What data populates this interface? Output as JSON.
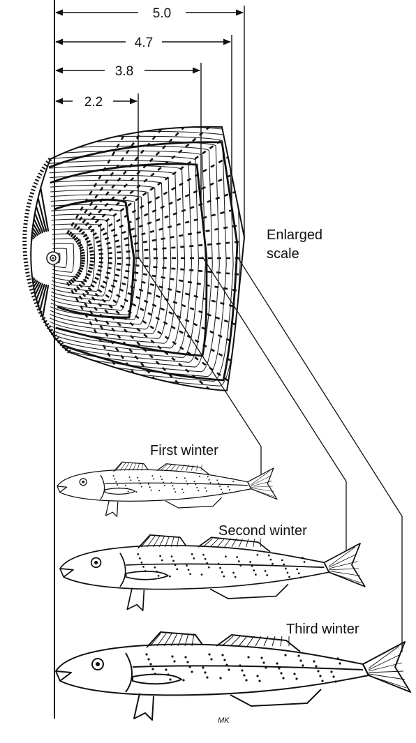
{
  "measurements": [
    {
      "label": "5.0"
    },
    {
      "label": "4.7"
    },
    {
      "label": "3.8"
    },
    {
      "label": "2.2"
    }
  ],
  "labels": {
    "scale": [
      "Enlarged",
      "scale"
    ],
    "first": "First winter",
    "second": "Second winter",
    "third": "Third winter"
  },
  "signature": "MK",
  "colors": {
    "ink": "#111111",
    "background": "#ffffff"
  }
}
